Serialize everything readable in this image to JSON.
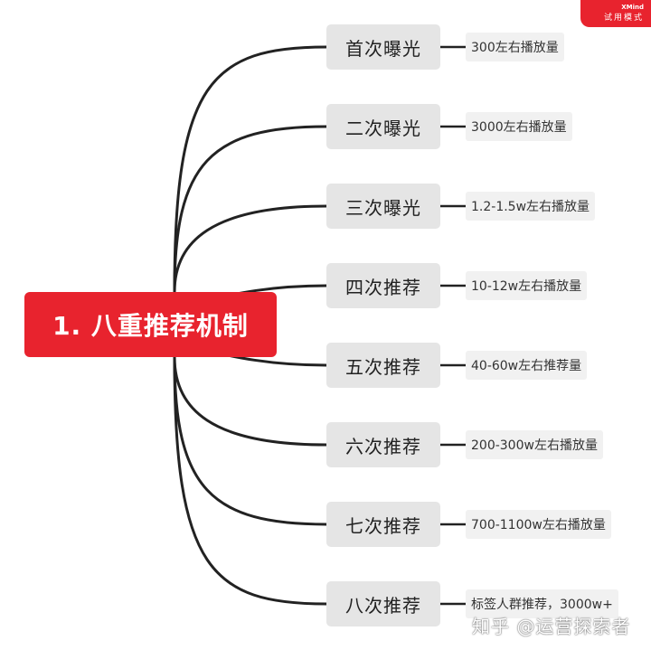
{
  "root": {
    "label": "1. 八重推荐机制"
  },
  "branches": [
    {
      "label": "首次曝光",
      "detail": "300左右播放量"
    },
    {
      "label": "二次曝光",
      "detail": "3000左右播放量"
    },
    {
      "label": "三次曝光",
      "detail": "1.2-1.5w左右播放量"
    },
    {
      "label": "四次推荐",
      "detail": "10-12w左右播放量"
    },
    {
      "label": "五次推荐",
      "detail": "40-60w左右推荐量"
    },
    {
      "label": "六次推荐",
      "detail": "200-300w左右播放量"
    },
    {
      "label": "七次推荐",
      "detail": "700-1100w左右播放量"
    },
    {
      "label": "八次推荐",
      "detail": "标签人群推荐，3000w+"
    }
  ],
  "badge": {
    "brand": "XMind",
    "mode": "试用模式"
  },
  "watermark": {
    "text": "知乎 @运营探索者"
  },
  "colors": {
    "accent": "#e8232e",
    "branch_bg": "#e5e5e5",
    "leaf_bg": "#f1f1f1",
    "line": "#222222"
  }
}
